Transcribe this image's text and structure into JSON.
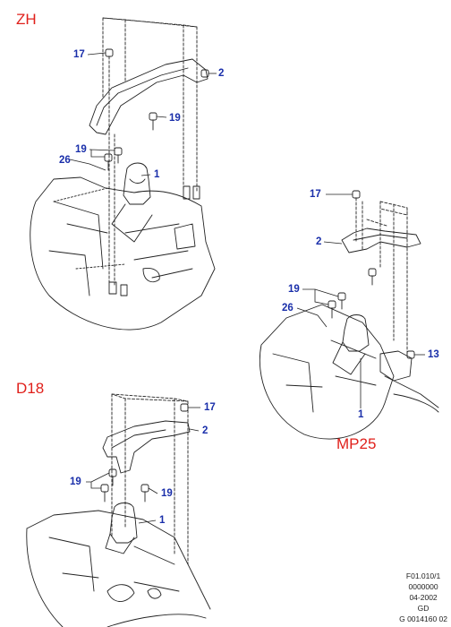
{
  "variants": {
    "zh": "ZH",
    "d18": "D18",
    "mp25": "MP25"
  },
  "callouts": {
    "zh": {
      "c17": "17",
      "c2": "2",
      "c19a": "19",
      "c19b": "19",
      "c26": "26",
      "c1": "1"
    },
    "mp25": {
      "c17": "17",
      "c2": "2",
      "c19": "19",
      "c26": "26",
      "c1": "1",
      "c13": "13"
    },
    "d18": {
      "c17": "17",
      "c2": "2",
      "c19a": "19",
      "c19b": "19",
      "c1": "1"
    }
  },
  "reference": [
    "F01.010/1",
    "0000000",
    "04-2002",
    "GD",
    "G 0014160 02"
  ],
  "colors": {
    "variant_label": "#e0201b",
    "callout": "#1a2faa",
    "line": "#222222"
  }
}
